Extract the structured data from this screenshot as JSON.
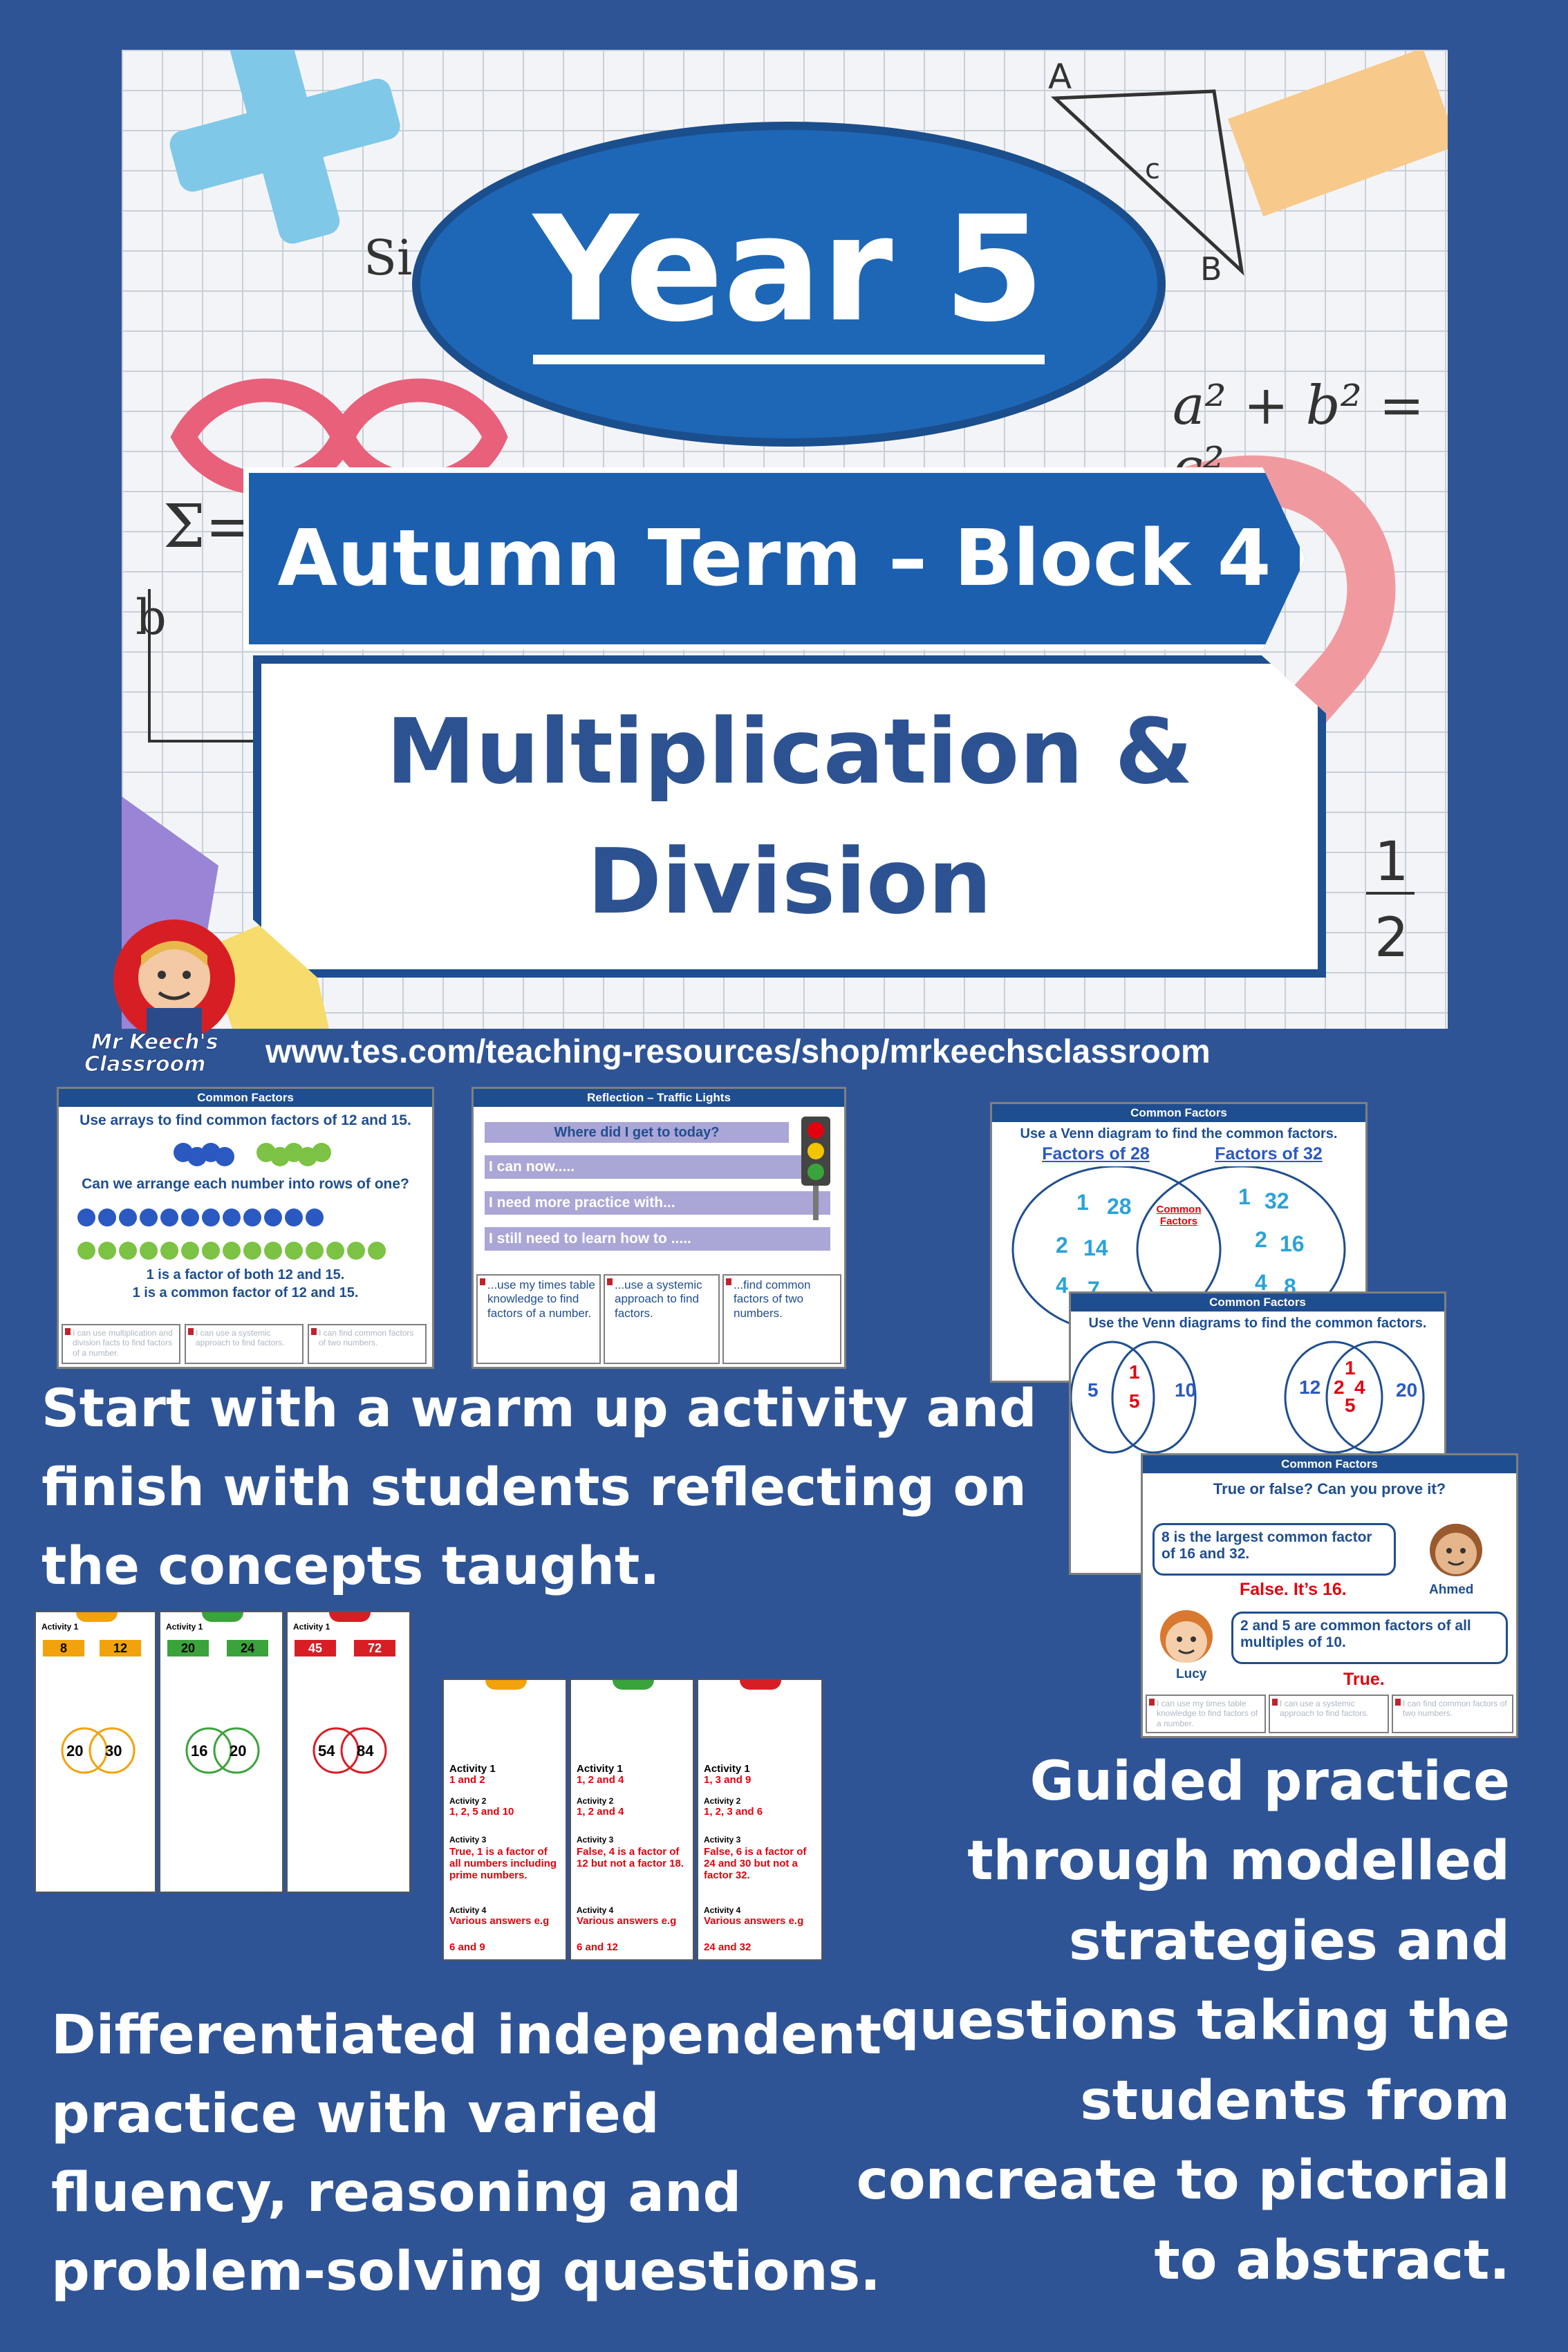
{
  "banner": {
    "year": "Year 5",
    "term": "Autumn Term – Block 4",
    "subject_line1": "Multiplication &",
    "subject_line2": "Division",
    "url": "www.tes.com/teaching-resources/shop/mrkeechsclassroom",
    "logo_line1": "Mr Keech's",
    "logo_line2": "Classroom",
    "doodles": {
      "sine": "Si",
      "triangle_a": "A",
      "triangle_b": "B",
      "triangle_c": "c",
      "pythag": "a² + b² = c²",
      "sigma": "Σ=",
      "b": "b",
      "half_num": "1",
      "half_den": "2"
    }
  },
  "slide1": {
    "title": "Common Factors",
    "q1": "Use arrays to find common factors of 12 and 15.",
    "q2": "Can we arrange each number into rows of one?",
    "a1": "1 is a factor of both 12 and 15.",
    "a2": "1 is a common factor of 12 and 15.",
    "footers": [
      "I can use multiplication and division facts to find factors of a number.",
      "I can use a systemic approach to find factors.",
      "I can find common factors of two numbers."
    ]
  },
  "slide2": {
    "title": "Reflection – Traffic Lights",
    "q": "Where did I get to today?",
    "rows": [
      "I can now.....",
      "I need more practice with...",
      "I still need to learn how to ....."
    ],
    "footers": [
      "...use my times table knowledge to find factors of a number.",
      "...use a systemic approach to find factors.",
      "...find common factors of two numbers."
    ],
    "footer_colors": [
      "#c0232d",
      "#e2a400",
      "#3aa33b"
    ]
  },
  "venn1": {
    "title": "Common Factors",
    "q": "Use a Venn diagram to find the common factors.",
    "left_label": "Factors of 28",
    "right_label": "Factors of 32",
    "left_nums": [
      "1",
      "28",
      "2",
      "14",
      "4",
      "7"
    ],
    "right_nums": [
      "1",
      "32",
      "2",
      "16",
      "4",
      "8"
    ],
    "center": "Common Factors"
  },
  "venn2": {
    "title": "Common Factors",
    "q": "Use the Venn diagrams to find the common factors.",
    "a_left": "5",
    "a_mid_top": "1",
    "a_mid_bot": "5",
    "a_right": "10",
    "b_left": "12",
    "b_mid_1": "1",
    "b_mid_2": "2",
    "b_mid_3": "4",
    "b_mid_4": "5",
    "b_right": "20"
  },
  "slide5": {
    "title": "Common Factors",
    "q": "True or false? Can you prove it?",
    "claim1": "8 is the largest common factor of 16 and 32.",
    "answer1": "False. It’s 16.",
    "name1": "Ahmed",
    "claim2": "2 and 5 are common factors of all multiples of 10.",
    "answer2": "True.",
    "name2": "Lucy",
    "footers": [
      "I can use my times table knowledge to find factors of a number.",
      "I can use a systemic approach to find factors.",
      "I can find common factors of two numbers."
    ]
  },
  "features": {
    "warmup": [
      "Start with a warm up activity and",
      "finish with students reflecting on",
      "the concepts taught."
    ],
    "guided": [
      "Guided practice",
      "through modelled",
      "strategies and",
      "questions taking the",
      "students from",
      "concreate to pictorial",
      "to abstract."
    ],
    "differentiated": [
      "Differentiated independent",
      "practice with varied",
      "fluency, reasoning and",
      "problem-solving questions."
    ]
  },
  "worksheets": [
    {
      "pair": [
        "8",
        "12"
      ],
      "venn": [
        "20",
        "30"
      ],
      "color": "#f2a20c"
    },
    {
      "pair": [
        "20",
        "24"
      ],
      "venn": [
        "16",
        "20"
      ],
      "color": "#3aa33b"
    },
    {
      "pair": [
        "45",
        "72"
      ],
      "venn": [
        "54",
        "84"
      ],
      "color": "#d81e25"
    }
  ],
  "answers": [
    {
      "act1": "1 and 2",
      "act2": "1, 2, 5 and 10",
      "act3": "True, 1 is a factor of all numbers including prime numbers.",
      "act4": "Various answers e.g",
      "eg": "6 and 9"
    },
    {
      "act1": "1, 2 and 4",
      "act2": "1, 2 and 4",
      "act3": "False, 4 is a factor of 12 but not a factor 18.",
      "act4": "Various answers e.g",
      "eg": "6 and 12"
    },
    {
      "act1": "1, 3 and 9",
      "act2": "1, 2, 3 and 6",
      "act3": "False, 6 is a factor of 24 and 30 but not a factor 32.",
      "act4": "Various answers e.g",
      "eg": "24 and 32"
    }
  ],
  "labels": {
    "activity1": "Activity 1",
    "activity2": "Activity 2",
    "activity3": "Activity 3",
    "activity4": "Activity 4"
  }
}
